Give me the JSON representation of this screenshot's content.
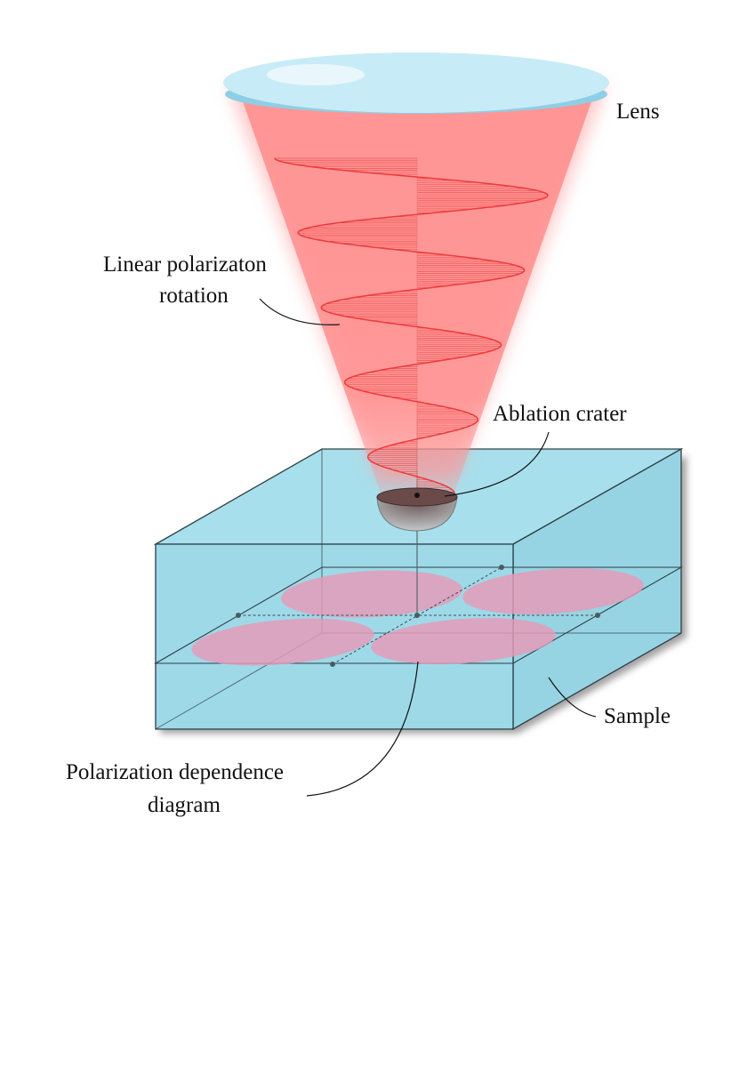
{
  "labels": {
    "lens": "Lens",
    "polarization_rotation_line1": "Linear polarizaton",
    "polarization_rotation_line2": "rotation",
    "ablation_crater": "Ablation crater",
    "sample": "Sample",
    "diagram_line1": "Polarization dependence",
    "diagram_line2": "diagram"
  },
  "colors": {
    "lens_fill": "#cdeef8",
    "beam": "#ff8c8c",
    "wave": "#ee3a3a",
    "sample_fill": "#9ddcea",
    "sample_edge": "#2e3e44",
    "lobe": "#e79ab8",
    "crater": "#6b4a4a"
  }
}
